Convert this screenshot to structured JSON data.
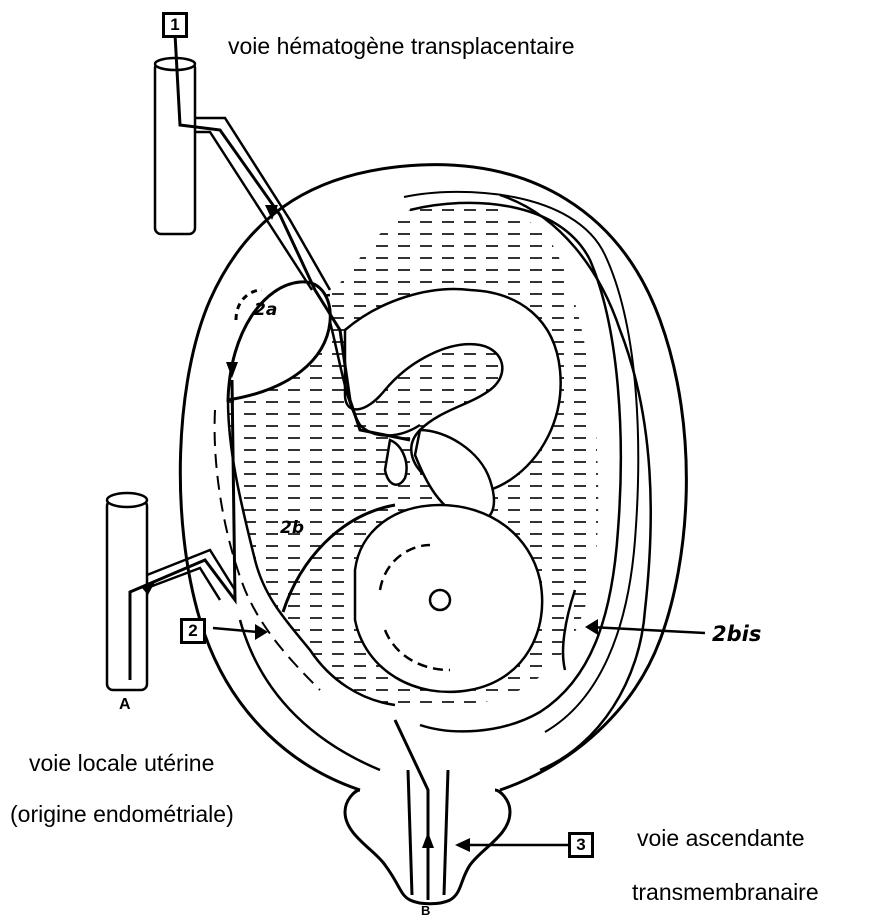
{
  "labels": {
    "route1_box": "1",
    "route1_text": "voie hématogène transplacentaire",
    "route2a": "2a",
    "route2b": "2b",
    "route2_box": "2",
    "route2bis": "2bis",
    "pointA": "A",
    "route2_text_line1": "voie locale utérine",
    "route2_text_line2": "(origine endométriale)",
    "route3_box": "3",
    "route3_text_line1": "voie ascendante",
    "route3_text_line2": "transmembranaire",
    "pointB": "B"
  }
}
